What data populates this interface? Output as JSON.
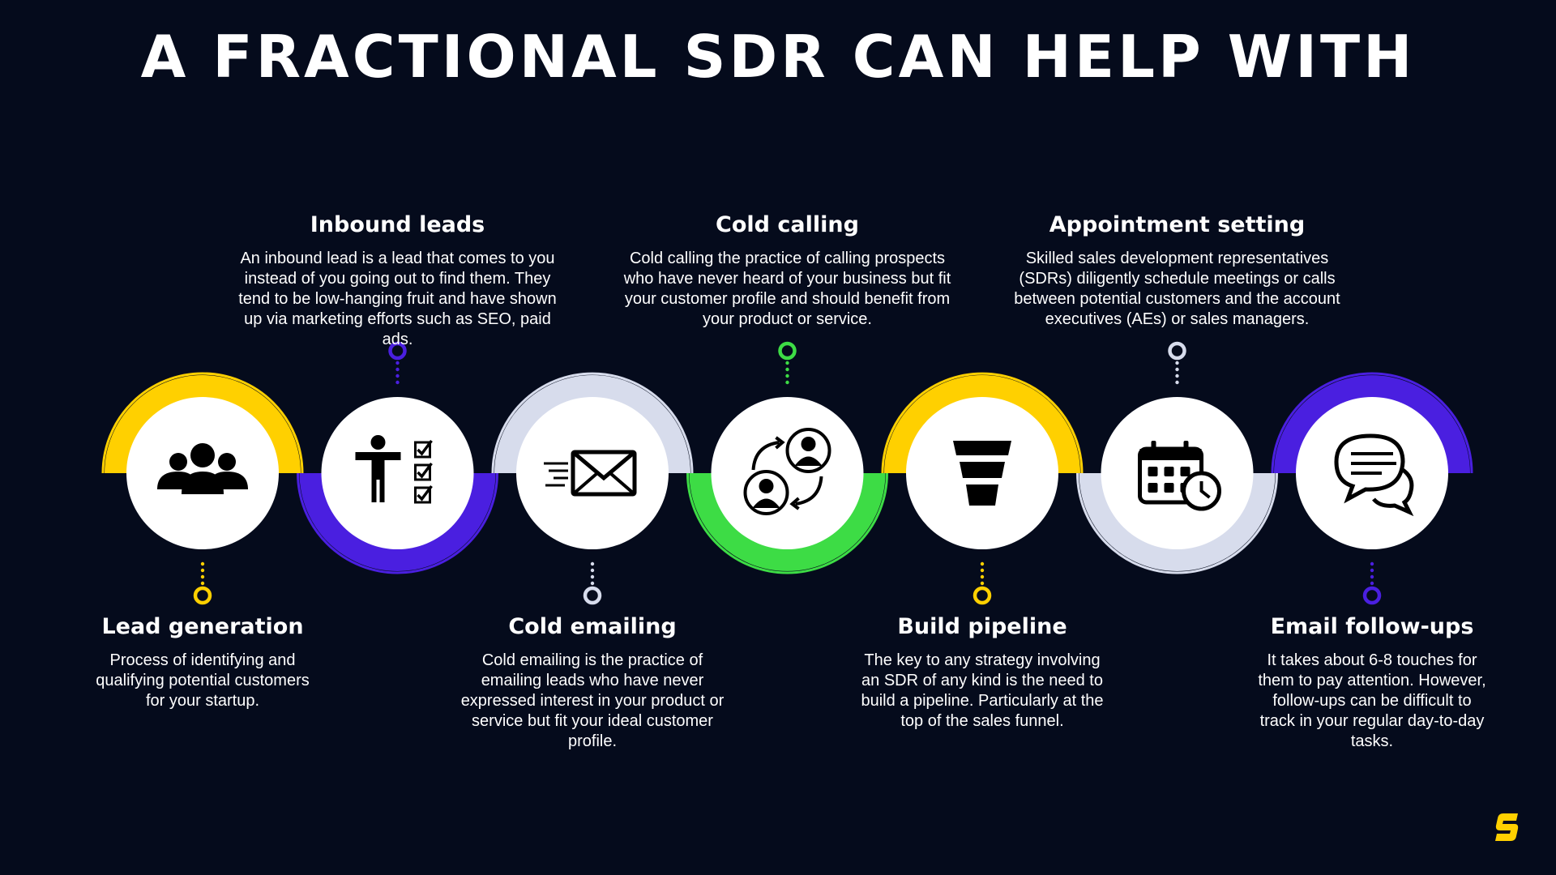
{
  "title": "A FRACTIONAL SDR CAN HELP WITH",
  "colors": {
    "background": "#050b1c",
    "yellow": "#ffd000",
    "purple": "#4a1fe0",
    "lavender": "#d7dcec",
    "green": "#3ddc45",
    "icon": "#000000",
    "circle": "#ffffff"
  },
  "items": [
    {
      "heading": "Lead generation",
      "description": "Process of identifying and qualifying potential customers for your startup.",
      "icon": "group-icon",
      "accent": "yellow",
      "arc": "top",
      "text_position": "bottom"
    },
    {
      "heading": "Inbound leads",
      "description": "An inbound lead is a lead that comes to you instead of you going out to find them. They tend to be low-hanging fruit and have shown up via marketing efforts such as SEO, paid ads.",
      "icon": "person-checklist-icon",
      "accent": "purple",
      "arc": "bottom",
      "text_position": "top"
    },
    {
      "heading": "Cold emailing",
      "description": "Cold emailing is the practice of emailing leads who have never expressed interest in your product or service but fit your ideal customer profile.",
      "icon": "envelope-icon",
      "accent": "lavender",
      "arc": "top",
      "text_position": "bottom"
    },
    {
      "heading": "Cold calling",
      "description": "Cold calling the practice of calling prospects who have never heard of your business but fit your customer profile and should benefit from your product or service.",
      "icon": "people-exchange-icon",
      "accent": "green",
      "arc": "bottom",
      "text_position": "top"
    },
    {
      "heading": "Build pipeline",
      "description": "The key to any strategy involving an SDR of any kind is the need to build a pipeline. Particularly at the top of the sales funnel.",
      "icon": "funnel-icon",
      "accent": "yellow",
      "arc": "top",
      "text_position": "bottom"
    },
    {
      "heading": "Appointment setting",
      "description": "Skilled sales development representatives (SDRs) diligently schedule meetings or calls between potential customers and the account executives (AEs) or sales managers.",
      "icon": "calendar-clock-icon",
      "accent": "lavender",
      "arc": "bottom",
      "text_position": "top"
    },
    {
      "heading": "Email follow-ups",
      "description": "It takes about 6-8 touches for them to pay attention. However, follow-ups can be difficult to track in your regular day-to-day tasks.",
      "icon": "chat-bubbles-icon",
      "accent": "purple",
      "arc": "top",
      "text_position": "bottom"
    }
  ],
  "logo": "brand-logo-icon"
}
